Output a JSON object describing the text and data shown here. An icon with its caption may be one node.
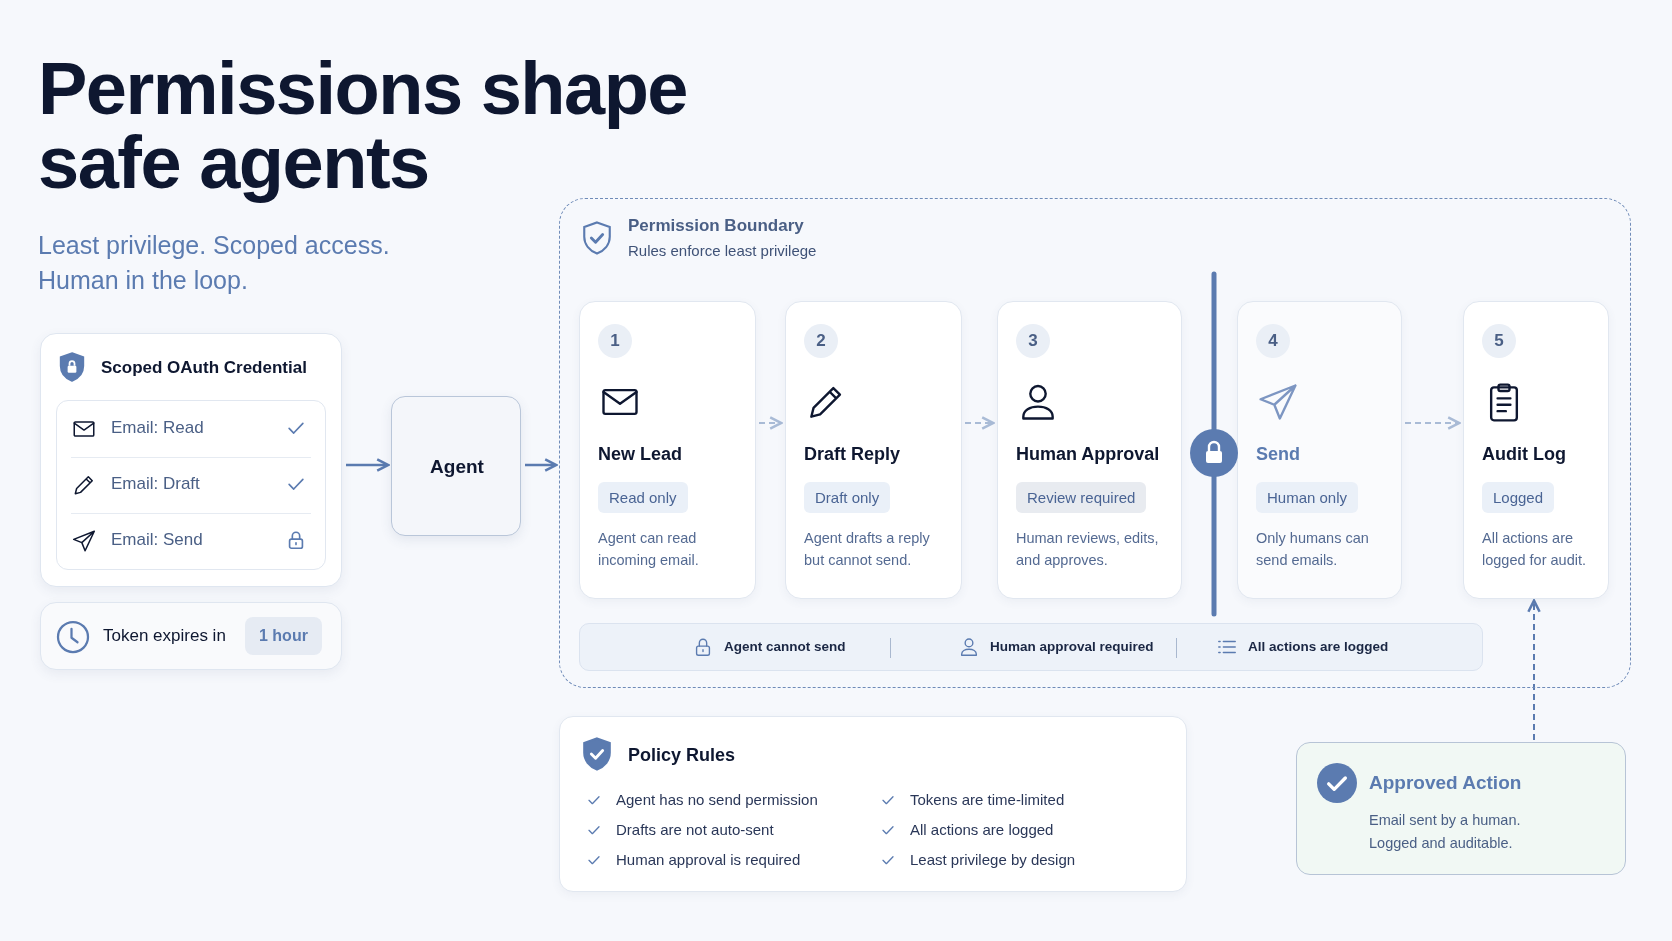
{
  "diagram": {
    "title": "Permissions shape safe agents",
    "nodes": [
      {
        "text": [
          "Scoped OAuth Credential"
        ]
      },
      {
        "text": [
          "Token expires in",
          "1 hour"
        ]
      },
      {
        "text": [
          "Agent"
        ]
      },
      {
        "text": [
          "Permission Boundary",
          "Rules enforce least privilege"
        ]
      },
      {
        "text": [
          "1",
          "New Lead",
          "Read only",
          "Agent can read incoming email."
        ],
        "in": 3
      },
      {
        "text": [
          "2",
          "Draft Reply",
          "Draft only",
          "Agent drafts a reply but cannot send."
        ],
        "in": 3
      },
      {
        "text": [
          "3",
          "Human Approval",
          "Review required",
          "Human reviews, edits, and approves."
        ],
        "in": 3
      },
      {
        "text": [
          "4",
          "Send",
          "Human only",
          "Only humans can send emails."
        ],
        "in": 3
      },
      {
        "text": [
          "5",
          "Audit Log",
          "Logged",
          "All actions are logged for audit."
        ],
        "in": 3
      },
      {
        "text": [
          "Agent cannot send",
          "Human approval required",
          "All actions are logged"
        ],
        "in": 3
      },
      {
        "text": [
          "Policy Rules",
          "Agent has no send permission",
          "Drafts are not auto-sent",
          "Human approval is required",
          "Tokens are time-limited",
          "All actions are logged",
          "Least privilege by design"
        ]
      },
      {
        "text": [
          "Approved Action",
          "Email sent by a human. Logged and auditable."
        ]
      }
    ],
    "edges": [
      {
        "from": 0,
        "to": 2,
        "arrow": "to"
      },
      {
        "from": 2,
        "to": 3,
        "arrow": "to"
      },
      {
        "from": 4,
        "to": 5,
        "arrow": "to",
        "style": "dashed",
        "color": "#a9bbd6"
      },
      {
        "from": 5,
        "to": 6,
        "arrow": "to",
        "style": "dashed",
        "color": "#a9bbd6"
      },
      {
        "from": 7,
        "to": 8,
        "arrow": "to",
        "style": "dashed",
        "color": "#a9bbd6"
      },
      {
        "from": 11,
        "to": 8,
        "arrow": "to",
        "style": "dashed"
      }
    ],
    "labels": [
      "Least privilege. Scoped access. Human in the loop.",
      "Email: Read",
      "Email: Draft",
      "Email: Send"
    ]
  }
}
